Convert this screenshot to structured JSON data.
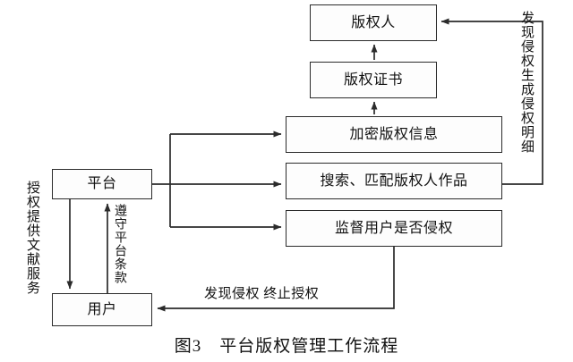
{
  "figure": {
    "caption": "图3　平台版权管理工作流程",
    "caption_number": "图3",
    "caption_title": "平台版权管理工作流程"
  },
  "nodes": {
    "copyright_holder": "版权人",
    "copyright_certificate": "版权证书",
    "encrypt_copyright_info": "加密版权信息",
    "search_match_works": "搜索、匹配版权人作品",
    "monitor_user_infringement": "监督用户是否侵权",
    "platform": "平台",
    "user": "用户"
  },
  "edge_labels": {
    "find_infringement_generate_detail": "发现侵权生成侵权明细",
    "authorize_provide_literature_service": "授权提供文献服务",
    "comply_platform_terms": "遵守平台条款",
    "find_infringement_terminate_auth": "发现侵权 终止授权"
  },
  "style": {
    "line_color": "#2b2b2b",
    "box_fill": "#fdfdfd",
    "text_color": "#111111",
    "background": "#ffffff"
  }
}
